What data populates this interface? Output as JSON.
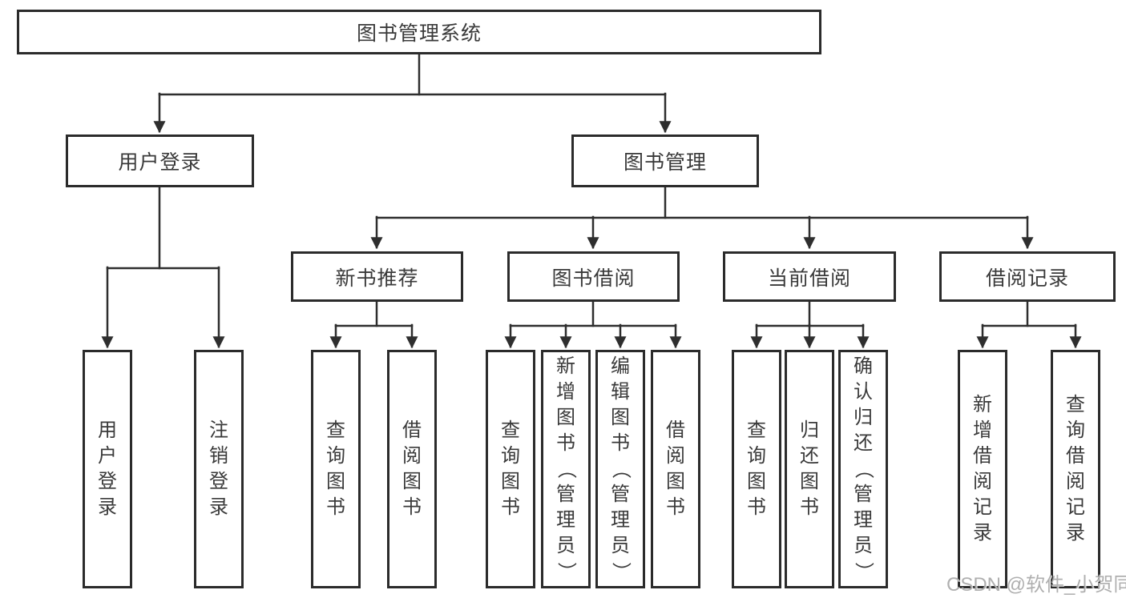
{
  "diagram": {
    "root": {
      "label": "图书管理系统"
    },
    "branches": [
      {
        "label": "用户登录",
        "children": [
          {
            "label": "用户登录"
          },
          {
            "label": "注销登录"
          }
        ]
      },
      {
        "label": "图书管理",
        "children": [
          {
            "label": "新书推荐",
            "children": [
              {
                "label": "查询图书"
              },
              {
                "label": "借阅图书"
              }
            ]
          },
          {
            "label": "图书借阅",
            "children": [
              {
                "label": "查询图书"
              },
              {
                "label": "新增图书（管理员）"
              },
              {
                "label": "编辑图书（管理员）"
              },
              {
                "label": "借阅图书"
              }
            ]
          },
          {
            "label": "当前借阅",
            "children": [
              {
                "label": "查询图书"
              },
              {
                "label": "归还图书"
              },
              {
                "label": "确认归还（管理员）"
              }
            ]
          },
          {
            "label": "借阅记录",
            "children": [
              {
                "label": "新增借阅记录"
              },
              {
                "label": "查询借阅记录"
              }
            ]
          }
        ]
      }
    ],
    "watermark": {
      "text": "CSDN @软件_小贺同学"
    },
    "colors": {
      "line": "#2e2e2e",
      "border": "#2b2b2b",
      "text": "#3a3a3a",
      "background": "#ffffff",
      "watermark": "#a8a8a8"
    }
  }
}
